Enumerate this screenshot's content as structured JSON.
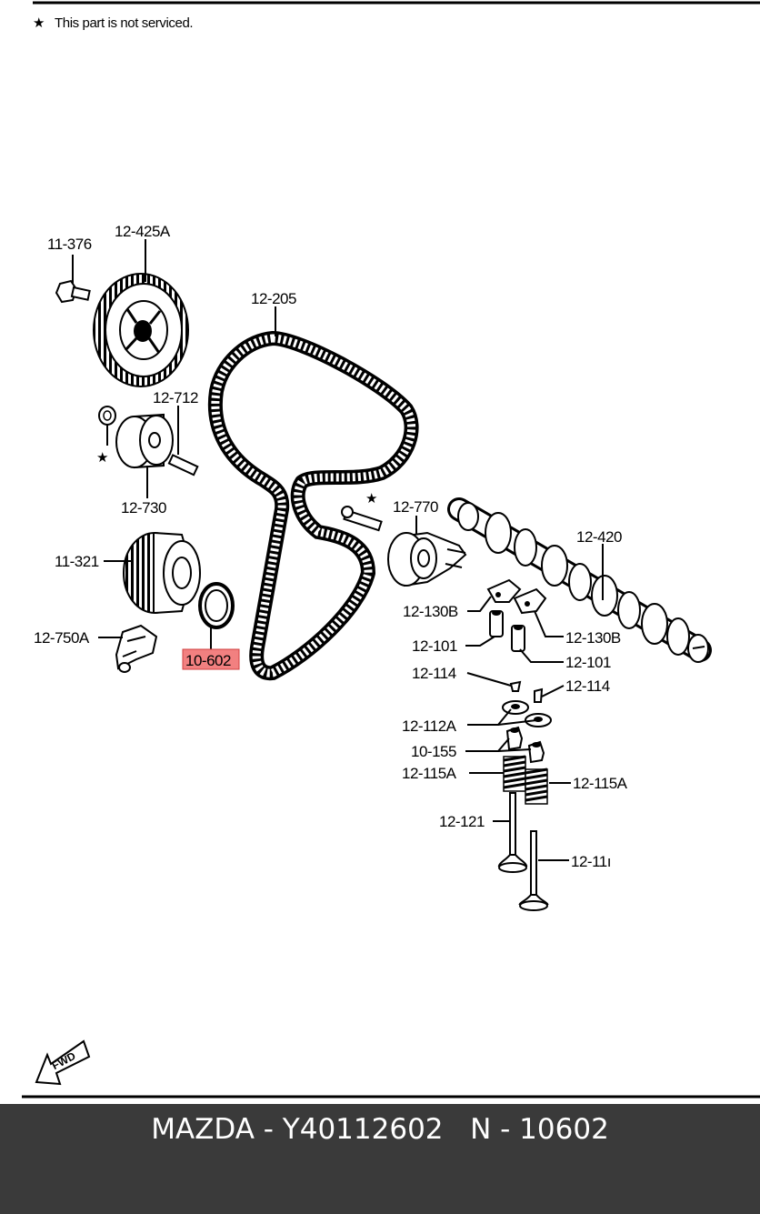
{
  "note": {
    "symbol": "★",
    "text": "This part is not serviced."
  },
  "labels": {
    "p11_376": "11-376",
    "p12_425A": "12-425A",
    "p12_205": "12-205",
    "p12_712": "12-712",
    "p12_730": "12-730",
    "p12_770": "12-770",
    "p12_420": "12-420",
    "p11_321": "11-321",
    "p12_750A": "12-750A",
    "p10_602": "10-602",
    "p12_130B_left": "12-130B",
    "p12_130B_right": "12-130B",
    "p12_101_left": "12-101",
    "p12_101_right": "12-101",
    "p12_114_left": "12-114",
    "p12_114_right": "12-114",
    "p12_112A": "12-112A",
    "p10_155": "10-155",
    "p12_115A_left": "12-115A",
    "p12_115A_right": "12-115A",
    "p12_121": "12-121",
    "p12_111": "12-11ı"
  },
  "fwd_label": "FWD",
  "highlight_color": "#f28080",
  "footer": {
    "text": "MAZDA - Y40112602   N - 10602"
  }
}
